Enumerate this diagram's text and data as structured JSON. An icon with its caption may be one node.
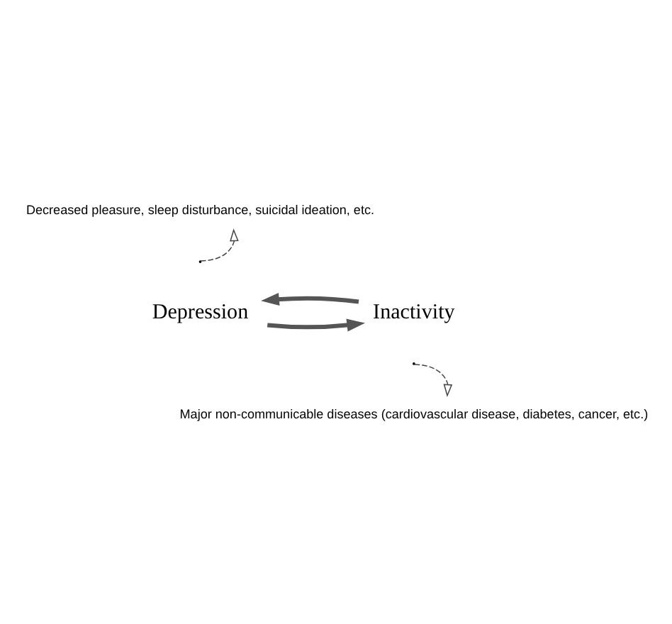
{
  "diagram": {
    "nodes": [
      {
        "text": [
          "Decreased pleasure, sleep disturbance, suicidal ideation, etc."
        ]
      },
      {
        "text": [
          "Depression"
        ]
      },
      {
        "text": [
          "Inactivity"
        ]
      },
      {
        "text": [
          "Major non-communicable diseases (cardiovascular disease, diabetes, cancer, etc.)"
        ]
      }
    ],
    "edges": [
      {
        "from": 1,
        "to": 2,
        "arrow": "to",
        "style": "thick"
      },
      {
        "from": 2,
        "to": 1,
        "arrow": "to",
        "style": "thick"
      },
      {
        "from": null,
        "to": 0,
        "arrow": "to",
        "style": "dashed"
      },
      {
        "from": null,
        "to": 3,
        "arrow": "to",
        "style": "dashed"
      }
    ]
  }
}
